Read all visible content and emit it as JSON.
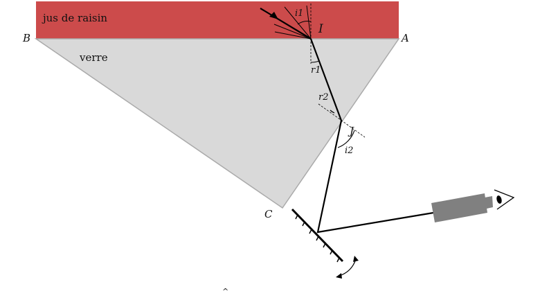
{
  "labels": {
    "liquid": "jus de raisin",
    "glass": "verre",
    "A": "A",
    "B": "B",
    "C": "C",
    "I": "I",
    "J": "J",
    "i1": "i1",
    "r1": "r1",
    "r2": "r2",
    "i2": "i2",
    "stray": "^"
  },
  "colors": {
    "liquid": "#cc4b4b",
    "glass": "#d9d9d9",
    "telescope": "#808080"
  }
}
